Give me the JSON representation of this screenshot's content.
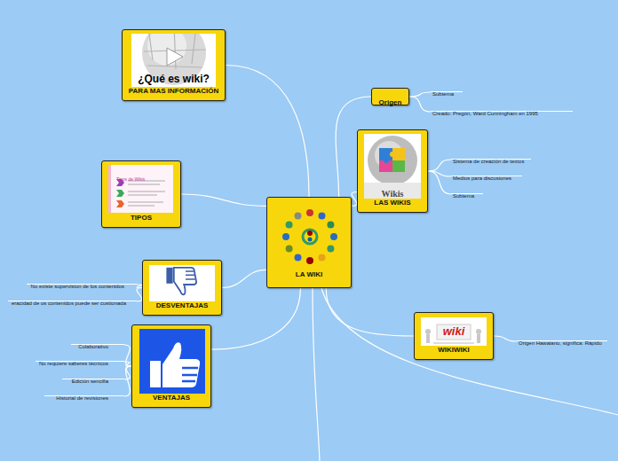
{
  "diagram": {
    "nodes": [
      {
        "text": [
          "LA WIKI"
        ]
      },
      {
        "text": [
          "¿Qué es wiki?",
          "PARA MAS INFORMACIÓN"
        ]
      },
      {
        "text": [
          "Origen"
        ]
      },
      {
        "text": [
          "Subtema"
        ]
      },
      {
        "text": [
          "Creado: Pregón, Ward Cunningham en 1995"
        ]
      },
      {
        "text": [
          "Wikis",
          "LAS WIKIS"
        ]
      },
      {
        "text": [
          "Sistema de creación de textos"
        ]
      },
      {
        "text": [
          "Medios para discusiones"
        ]
      },
      {
        "text": [
          "Subtema"
        ]
      },
      {
        "text": [
          "Tipos de Wikis",
          "TIPOS"
        ]
      },
      {
        "text": [
          "DESVENTAJAS"
        ]
      },
      {
        "text": [
          "No existe supervision de los contenidos"
        ]
      },
      {
        "text": [
          "eracidad de os contenidos puede ser custionada"
        ]
      },
      {
        "text": [
          "wiki",
          "WIKIWIKI"
        ]
      },
      {
        "text": [
          "Origen Hawaiano, significa: Rápido"
        ]
      },
      {
        "text": [
          "VENTAJAS"
        ]
      },
      {
        "text": [
          "Colaborativo"
        ]
      },
      {
        "text": [
          "No requiere saberes técnicos"
        ]
      },
      {
        "text": [
          "Edición sencilla"
        ]
      },
      {
        "text": [
          "Historial de revisiones"
        ]
      }
    ],
    "edges": [
      {
        "from": 0,
        "to": 1,
        "arrow": "none"
      },
      {
        "from": 0,
        "to": 2,
        "arrow": "none"
      },
      {
        "from": 2,
        "to": 3,
        "arrow": "none"
      },
      {
        "from": 2,
        "to": 4,
        "arrow": "none"
      },
      {
        "from": 0,
        "to": 5,
        "arrow": "none"
      },
      {
        "from": 5,
        "to": 6,
        "arrow": "none"
      },
      {
        "from": 5,
        "to": 7,
        "arrow": "none"
      },
      {
        "from": 5,
        "to": 8,
        "arrow": "none"
      },
      {
        "from": 0,
        "to": 9,
        "arrow": "none"
      },
      {
        "from": 0,
        "to": 10,
        "arrow": "none"
      },
      {
        "from": 10,
        "to": 11,
        "arrow": "none"
      },
      {
        "from": 10,
        "to": 12,
        "arrow": "none"
      },
      {
        "from": 0,
        "to": 13,
        "arrow": "none"
      },
      {
        "from": 13,
        "to": 14,
        "arrow": "none"
      },
      {
        "from": 0,
        "to": 15,
        "arrow": "none"
      },
      {
        "from": 15,
        "to": 16,
        "arrow": "none"
      },
      {
        "from": 15,
        "to": 17,
        "arrow": "none"
      },
      {
        "from": 15,
        "to": 18,
        "arrow": "none"
      },
      {
        "from": 15,
        "to": 19,
        "arrow": "none"
      }
    ]
  }
}
